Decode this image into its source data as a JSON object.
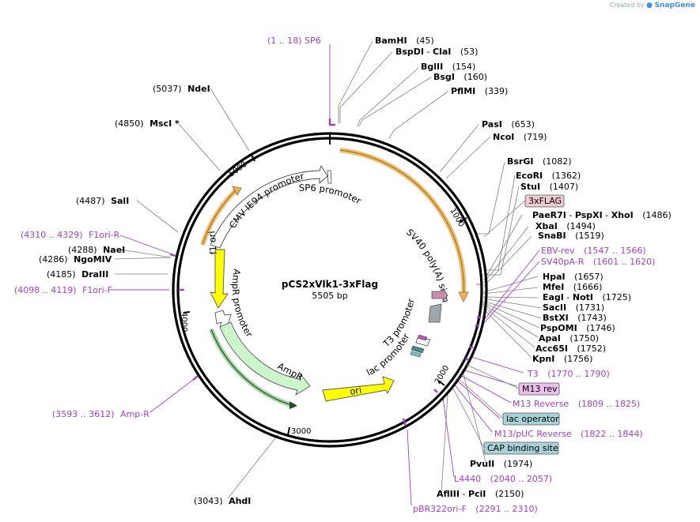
{
  "credit": {
    "prefix": "Created by",
    "brand": "SnapGene"
  },
  "plasmid": {
    "name": "pCS2xVlk1-3xFlag",
    "size": "5505 bp"
  },
  "ticks": [
    "1000",
    "2000",
    "3000",
    "4000",
    "5000"
  ],
  "features_on_map": {
    "sp6_promoter": "SP6 promoter",
    "cmv_promoter": "CMV IE94 promoter",
    "sv40": "SV40 poly(A) signal",
    "f1_ori": "f1 ori",
    "ampr_promoter": "AmpR promoter",
    "ampr": "AmpR",
    "t3_promoter": "T3 promoter",
    "lac_promoter": "lac promoter",
    "ori": "ori"
  },
  "enzymes": {
    "bamhi": {
      "name": "BamHI",
      "pos": "(45)"
    },
    "bspdi": {
      "name": "BspDI",
      "sep": "-",
      "name2": "ClaI",
      "pos": "(53)"
    },
    "bglii": {
      "name": "BglII",
      "pos": "(154)"
    },
    "bsgi": {
      "name": "BsgI",
      "pos": "(160)"
    },
    "pflmi": {
      "name": "PflMI",
      "pos": "(339)"
    },
    "pasi": {
      "name": "PasI",
      "pos": "(653)"
    },
    "ncoi": {
      "name": "NcoI",
      "pos": "(719)"
    },
    "bsrgi": {
      "name": "BsrGI",
      "pos": "(1082)"
    },
    "ecori": {
      "name": "EcoRI",
      "pos": "(1362)"
    },
    "stui": {
      "name": "StuI",
      "pos": "(1407)"
    },
    "paer7i": {
      "name": "PaeR7I",
      "sep": "-",
      "name2": "PspXI",
      "sep2": "-",
      "name3": "XhoI",
      "pos": "(1486)"
    },
    "xbai": {
      "name": "XbaI",
      "pos": "(1494)"
    },
    "snabi": {
      "name": "SnaBI",
      "pos": "(1519)"
    },
    "hpai": {
      "name": "HpaI",
      "pos": "(1657)"
    },
    "mfei": {
      "name": "MfeI",
      "pos": "(1666)"
    },
    "eagi": {
      "name": "EagI",
      "sep": "-",
      "name2": "NotI",
      "pos": "(1725)"
    },
    "sacii": {
      "name": "SacII",
      "pos": "(1731)"
    },
    "bstxi": {
      "name": "BstXI",
      "pos": "(1743)"
    },
    "pspomi": {
      "name": "PspOMI",
      "pos": "(1746)"
    },
    "apai": {
      "name": "ApaI",
      "pos": "(1750)"
    },
    "acc65i": {
      "name": "Acc65I",
      "pos": "(1752)"
    },
    "kpni": {
      "name": "KpnI",
      "pos": "(1756)"
    },
    "pvuii": {
      "name": "PvuII",
      "pos": "(1974)"
    },
    "afliii": {
      "name": "AflIII",
      "sep": "-",
      "name2": "PciI",
      "pos": "(2150)"
    },
    "ahdi": {
      "name": "AhdI",
      "pos": "(3043)"
    },
    "sali": {
      "name": "SalI",
      "pos": "(4487)"
    },
    "naei": {
      "name": "NaeI",
      "pos": "(4288)"
    },
    "ngomiv": {
      "name": "NgoMIV",
      "pos": "(4286)"
    },
    "draiii": {
      "name": "DraIII",
      "pos": "(4185)"
    },
    "msci": {
      "name": "MscI *",
      "pos": "(4850)"
    },
    "ndei": {
      "name": "NdeI",
      "pos": "(5037)"
    }
  },
  "primers": {
    "sp6": {
      "range": "(1 .. 18)",
      "name": "SP6"
    },
    "ebv": {
      "name": "EBV-rev",
      "range": "(1547 .. 1566)"
    },
    "sv40pa": {
      "name": "SV40pA-R",
      "range": "(1601 .. 1620)"
    },
    "t3": {
      "name": "T3",
      "range": "(1770 .. 1790)"
    },
    "m13rev": {
      "name": "M13 Reverse",
      "range": "(1809 .. 1825)"
    },
    "m13puc": {
      "name": "M13/pUC Reverse",
      "range": "(1822 .. 1844)"
    },
    "l4440": {
      "name": "L4440",
      "range": "(2040 .. 2057)"
    },
    "pbr": {
      "name": "pBR322ori-F",
      "range": "(2291 .. 2310)"
    },
    "ampr": {
      "range": "(3593 .. 3612)",
      "name": "Amp-R"
    },
    "f1ori_r": {
      "range": "(4310 .. 4329)",
      "name": "F1ori-R"
    },
    "f1ori_f": {
      "range": "(4098 .. 4119)",
      "name": "F1ori-F"
    }
  },
  "boxes": {
    "flag": "3xFLAG",
    "m13rev": "M13 rev",
    "lacop": "lac operator",
    "cap": "CAP binding site"
  },
  "colors": {
    "backbone": "#000000",
    "enzyme_line": "#7f7f7f",
    "primer": "#a33ec6",
    "promoter": "#ffffff",
    "ampr": "#ccf5cc",
    "ori": "#ffff00",
    "cds_arc": "#f2b255",
    "flag_box": "#eccbd0",
    "teal_box": "#a8d2d8",
    "pink_box": "#ecc0ee"
  }
}
